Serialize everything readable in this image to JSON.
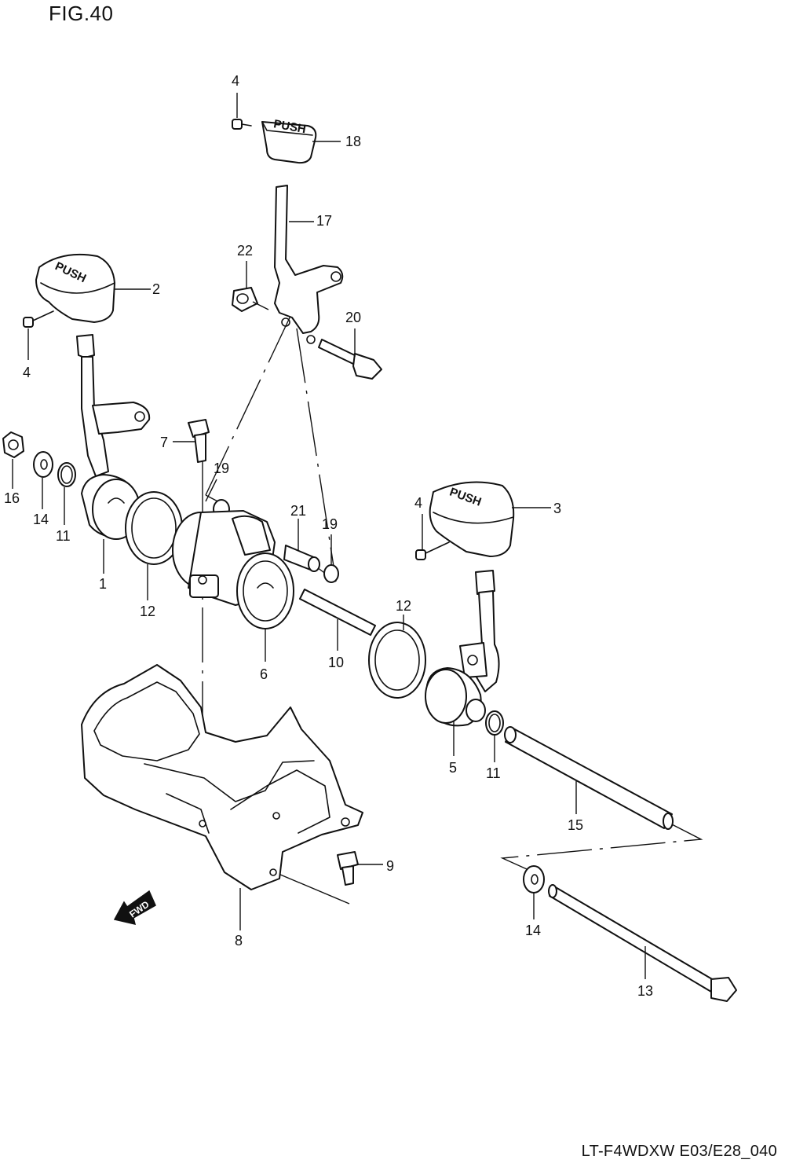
{
  "figure": {
    "title": "FIG.40",
    "code": "LT-F4WDXW E03/E28_040"
  },
  "knob_text": "PUSH",
  "direction_badge": "FWD",
  "callouts": [
    {
      "id": "c4a",
      "label": "4"
    },
    {
      "id": "c18",
      "label": "18"
    },
    {
      "id": "c17",
      "label": "17"
    },
    {
      "id": "c22",
      "label": "22"
    },
    {
      "id": "c2",
      "label": "2"
    },
    {
      "id": "c20",
      "label": "20"
    },
    {
      "id": "c4b",
      "label": "4"
    },
    {
      "id": "c7",
      "label": "7"
    },
    {
      "id": "c19a",
      "label": "19"
    },
    {
      "id": "c16",
      "label": "16"
    },
    {
      "id": "c14a",
      "label": "14"
    },
    {
      "id": "c11a",
      "label": "11"
    },
    {
      "id": "c1",
      "label": "1"
    },
    {
      "id": "c12a",
      "label": "12"
    },
    {
      "id": "c21",
      "label": "21"
    },
    {
      "id": "c19b",
      "label": "19"
    },
    {
      "id": "c4c",
      "label": "4"
    },
    {
      "id": "c3",
      "label": "3"
    },
    {
      "id": "c6",
      "label": "6"
    },
    {
      "id": "c10",
      "label": "10"
    },
    {
      "id": "c12b",
      "label": "12"
    },
    {
      "id": "c5",
      "label": "5"
    },
    {
      "id": "c11b",
      "label": "11"
    },
    {
      "id": "c15",
      "label": "15"
    },
    {
      "id": "c9",
      "label": "9"
    },
    {
      "id": "c14b",
      "label": "14"
    },
    {
      "id": "c8",
      "label": "8"
    },
    {
      "id": "c13",
      "label": "13"
    }
  ]
}
